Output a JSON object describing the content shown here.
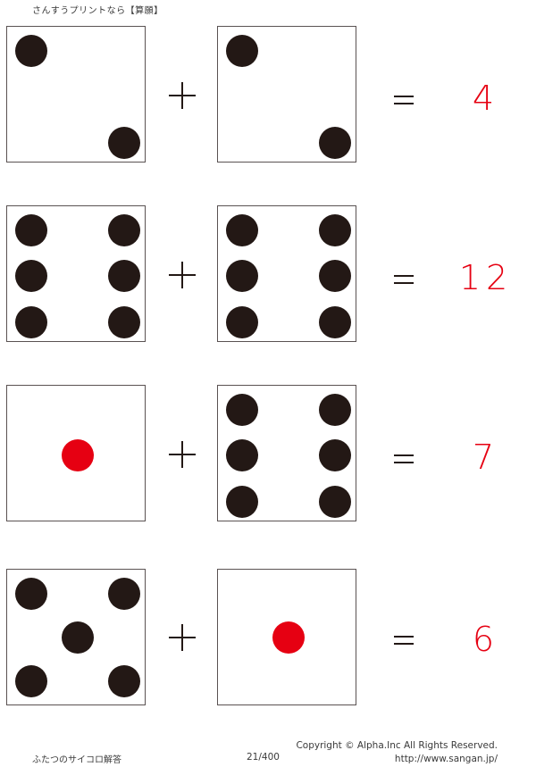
{
  "header": {
    "title": "さんすうプリントなら【算願】"
  },
  "problems": [
    {
      "left_die": 2,
      "right_die": 2,
      "operator": "+",
      "equals": "=",
      "answer": "4"
    },
    {
      "left_die": 6,
      "right_die": 6,
      "operator": "+",
      "equals": "=",
      "answer": "12"
    },
    {
      "left_die": 1,
      "right_die": 6,
      "operator": "+",
      "equals": "=",
      "answer": "7"
    },
    {
      "left_die": 5,
      "right_die": 1,
      "operator": "+",
      "equals": "=",
      "answer": "6"
    }
  ],
  "colors": {
    "pip": "#231815",
    "one_pip": "#e60012",
    "answer": "#e60012",
    "border": "#5a5252"
  },
  "footer": {
    "worksheet_name": "ふたつのサイコロ解答",
    "page": "21/400",
    "copyright": "Copyright ©  Alpha.Inc All Rights Reserved.",
    "url": "http://www.sangan.jp/"
  }
}
